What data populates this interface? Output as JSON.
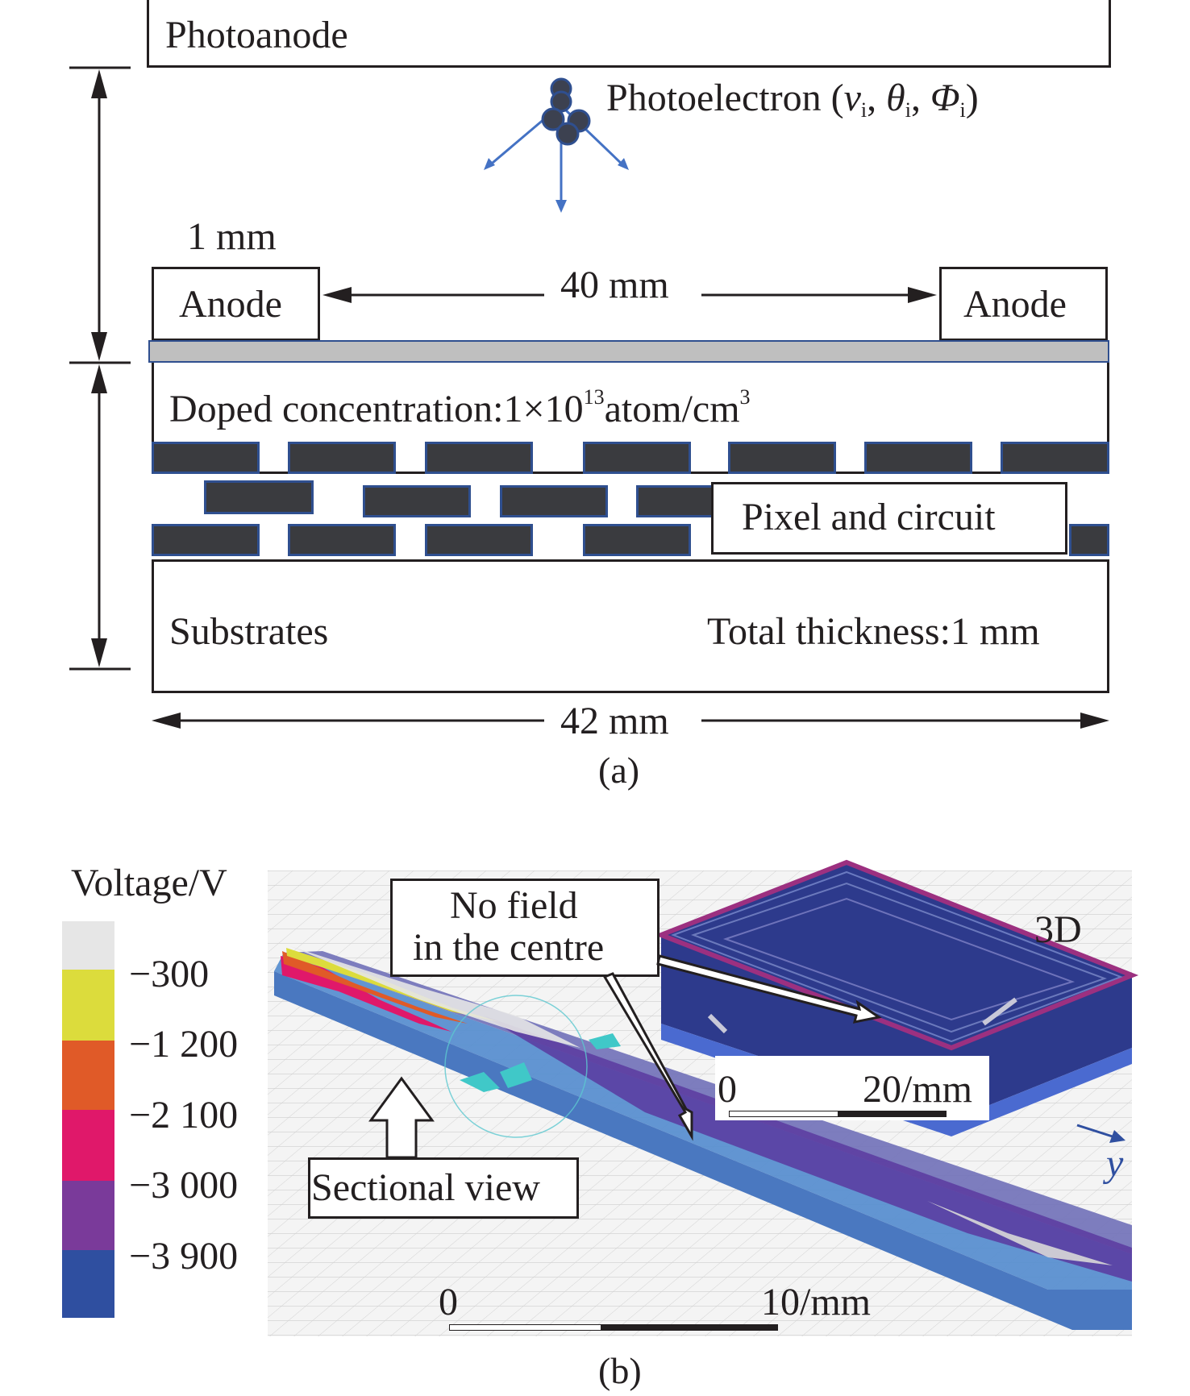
{
  "panel_a": {
    "photoanode": "Photoanode",
    "photoelectron": {
      "label": "Photoelectron (",
      "v": "v",
      "v_sub": "i",
      "sep1": ", ",
      "theta": "θ",
      "theta_sub": "i",
      "sep2": ", ",
      "phi": "Φ",
      "phi_sub": "i",
      "close": ")"
    },
    "anode_width": "1 mm",
    "anode_left": "Anode",
    "anode_right": "Anode",
    "anode_gap": "40 mm",
    "doped": {
      "prefix": "Doped concentration:1×10",
      "exp": "13",
      "unit": "atom/cm",
      "unit_exp": "3"
    },
    "pixel_label": "Pixel and circuit",
    "substrates": "Substrates",
    "total_thickness": "Total thickness:1 mm",
    "total_width": "42 mm",
    "caption": "(a)"
  },
  "panel_b": {
    "legend_title": "Voltage/V",
    "legend": [
      {
        "value": "−300",
        "color": "#e6e6e6"
      },
      {
        "value": "−1 200",
        "color": "#dcdc3c"
      },
      {
        "value": "−2 100",
        "color": "#e05a28"
      },
      {
        "value": "−3 000",
        "color": "#e0186a"
      },
      {
        "value": "−3 900",
        "color": "#7a3a9a"
      },
      {
        "value": "",
        "color": "#2f4fa0"
      }
    ],
    "no_field_line1": "No field",
    "no_field_line2": "in the centre",
    "label_3d": "3D",
    "inset_scale_start": "0",
    "inset_scale_end": "20/mm",
    "axis_y": "y",
    "sectional_view": "Sectional view",
    "main_scale_start": "0",
    "main_scale_end": "10/mm",
    "caption": "(b)"
  }
}
